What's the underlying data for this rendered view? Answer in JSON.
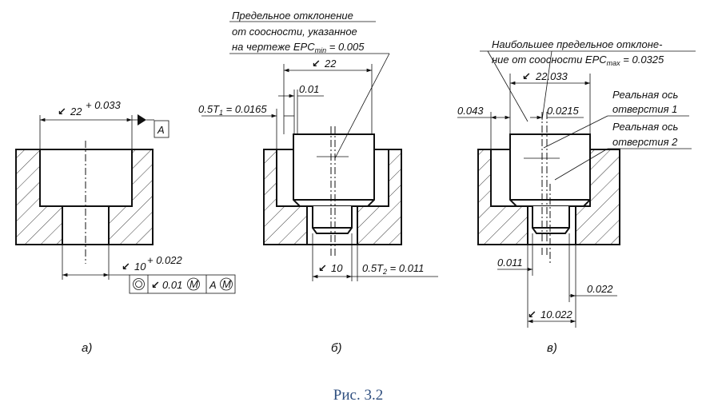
{
  "figure": {
    "caption": "Рис. 3.2",
    "sublabels": {
      "a": "а)",
      "b": "б)",
      "c": "в)"
    }
  },
  "part_a": {
    "dim_top": "22",
    "dim_top_tol": "+ 0.033",
    "datum": "A",
    "dim_bottom": "10",
    "dim_bottom_tol": "+ 0.022",
    "frame_value": "0.01",
    "frame_mod": "M",
    "frame_datum": "A",
    "frame_datum_mod": "M"
  },
  "part_b": {
    "note_line1": "Предельное отклонение",
    "note_line2": "от соосности, указанное",
    "note_line3_pre": "на чертеже EPC",
    "note_line3_sub": "min",
    "note_line3_post": " = 0.005",
    "dim_top": "22",
    "dim_001": "0.01",
    "t1_pre": "0.5T",
    "t1_sub": "1",
    "t1_post": " = 0.0165",
    "dim_bottom": "10",
    "t2_pre": "0.5T",
    "t2_sub": "2",
    "t2_post": " = 0.011"
  },
  "part_c": {
    "note_line1": "Наибольшее предельное отклоне-",
    "note_line2_pre": "ние от соосности EPC",
    "note_line2_sub": "max",
    "note_line2_post": " = 0.0325",
    "dim_top": "22.033",
    "dim_left": "0.043",
    "dim_right": "0.0215",
    "axis1_line1": "Реальная ось",
    "axis1_line2": "отверстия 1",
    "axis2_line1": "Реальная ось",
    "axis2_line2": "отверстия 2",
    "dim_0011": "0.011",
    "dim_0022": "0.022",
    "dim_bottom": "10.022"
  }
}
